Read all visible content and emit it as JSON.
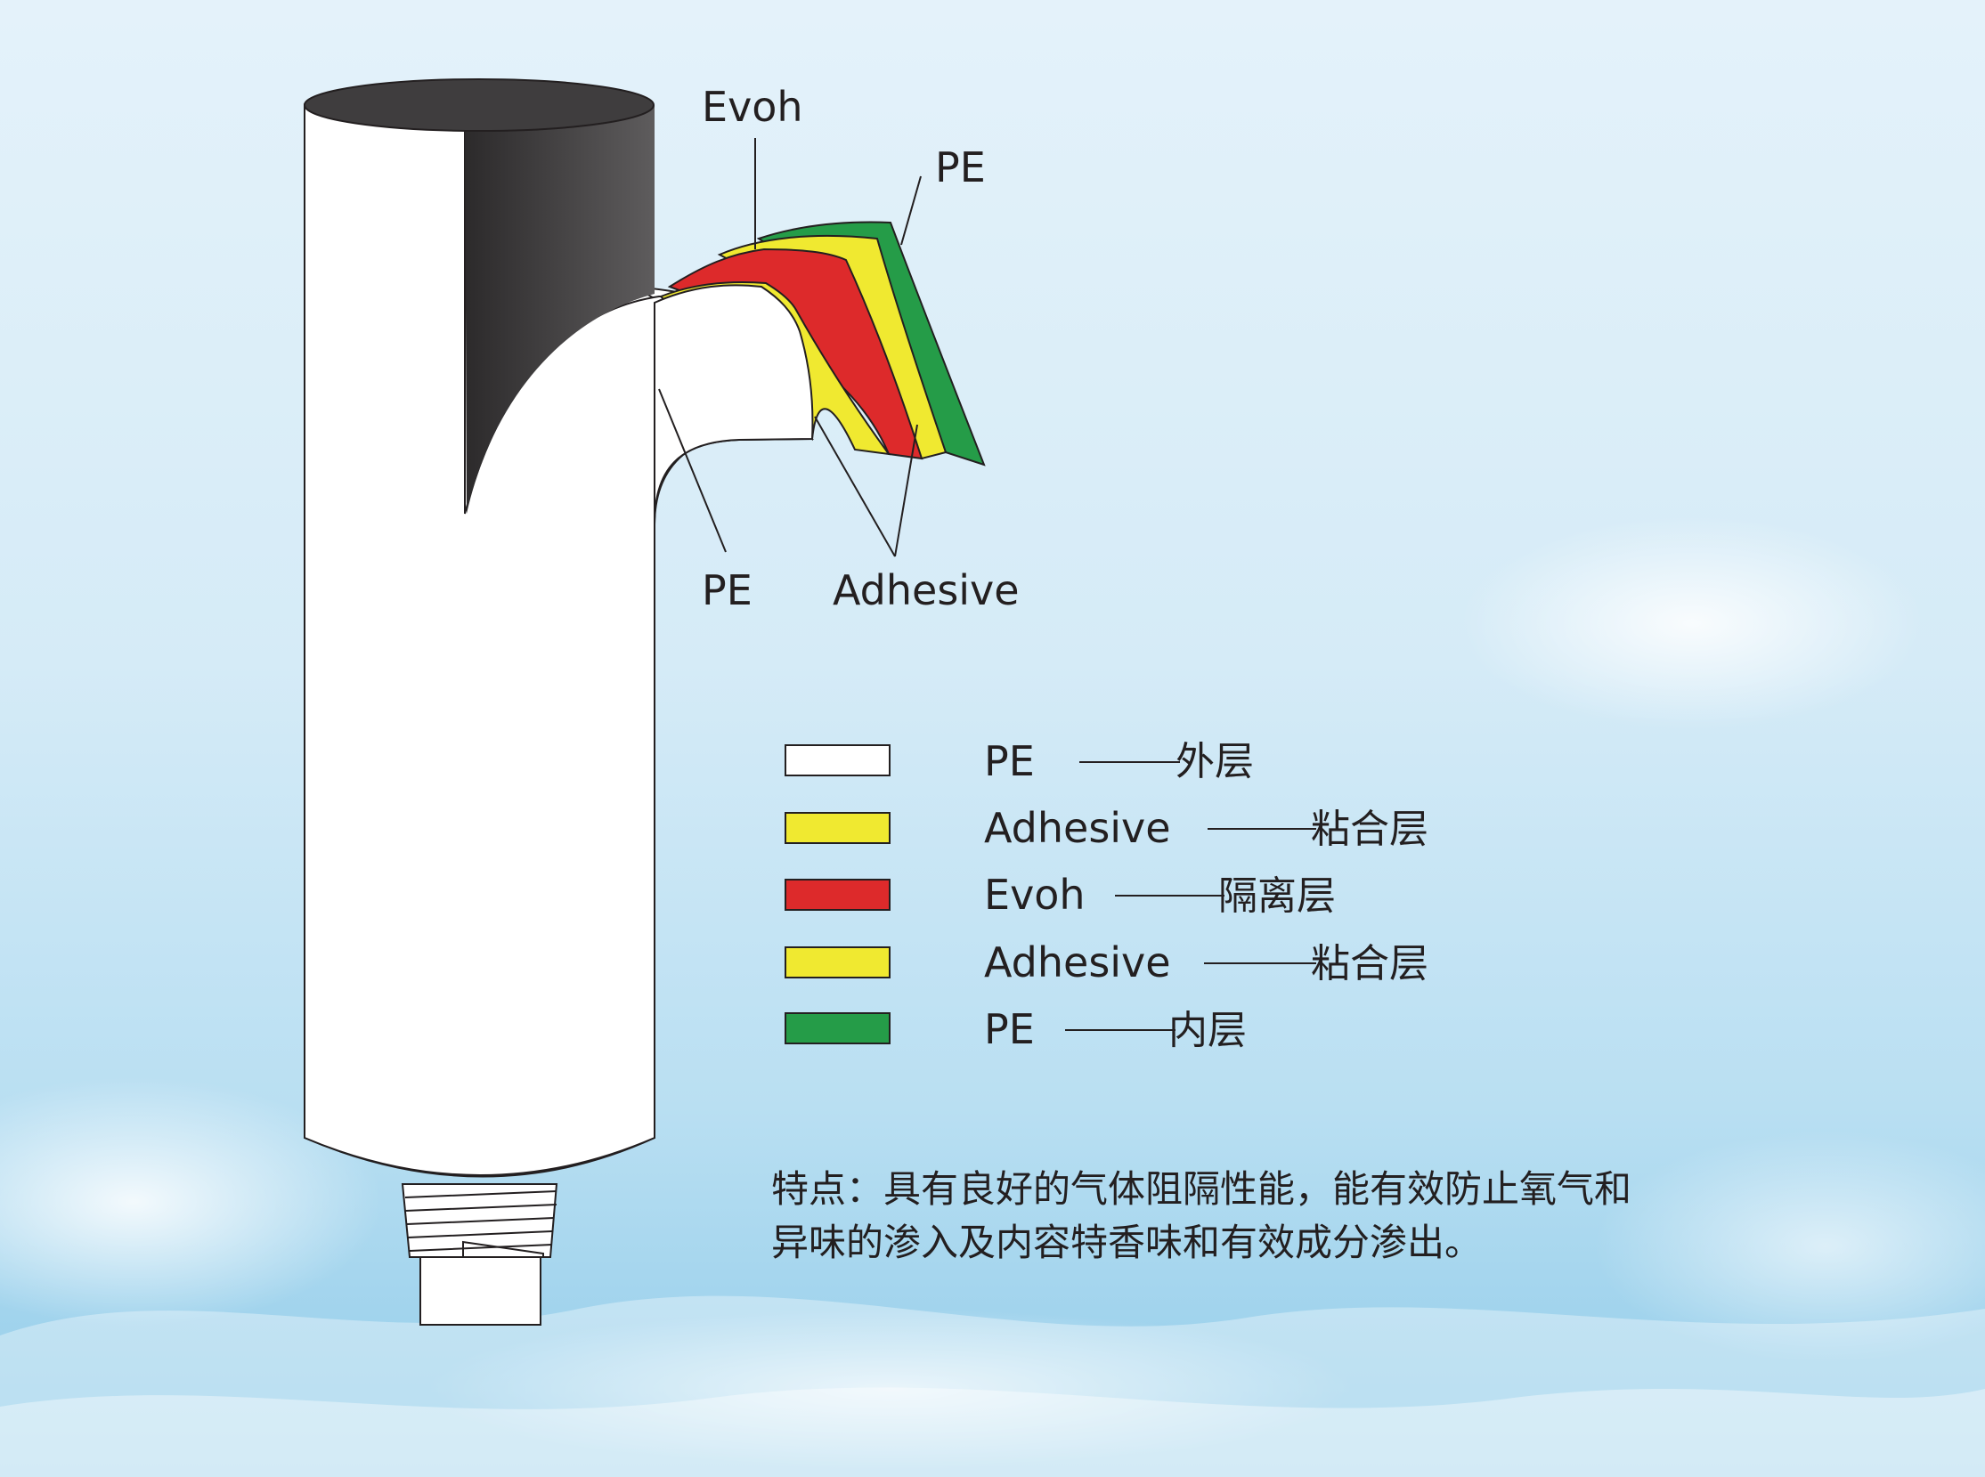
{
  "callouts": {
    "evoh": "Evoh",
    "pe_top": "PE",
    "pe_bottom": "PE",
    "adhesive": "Adhesive"
  },
  "legend": [
    {
      "name": "PE",
      "desc": "外层",
      "color": "#ffffff"
    },
    {
      "name": "Adhesive",
      "desc": "粘合层",
      "color": "#f0e930"
    },
    {
      "name": "Evoh",
      "desc": "隔离层",
      "color": "#dd2a2b"
    },
    {
      "name": "Adhesive",
      "desc": "粘合层",
      "color": "#f0e930"
    },
    {
      "name": "PE",
      "desc": "内层",
      "color": "#259c48"
    }
  ],
  "feature": {
    "line1": "特点：具有良好的气体阻隔性能，能有效防止氧气和",
    "line2": "异味的渗入及内容特香味和有效成分渗出。"
  },
  "colors": {
    "white_layer": "#ffffff",
    "adhesive": "#f0e930",
    "evoh": "#dd2a2b",
    "pe_inner": "#259c48",
    "tube_inside_dark": "#3a3839"
  }
}
